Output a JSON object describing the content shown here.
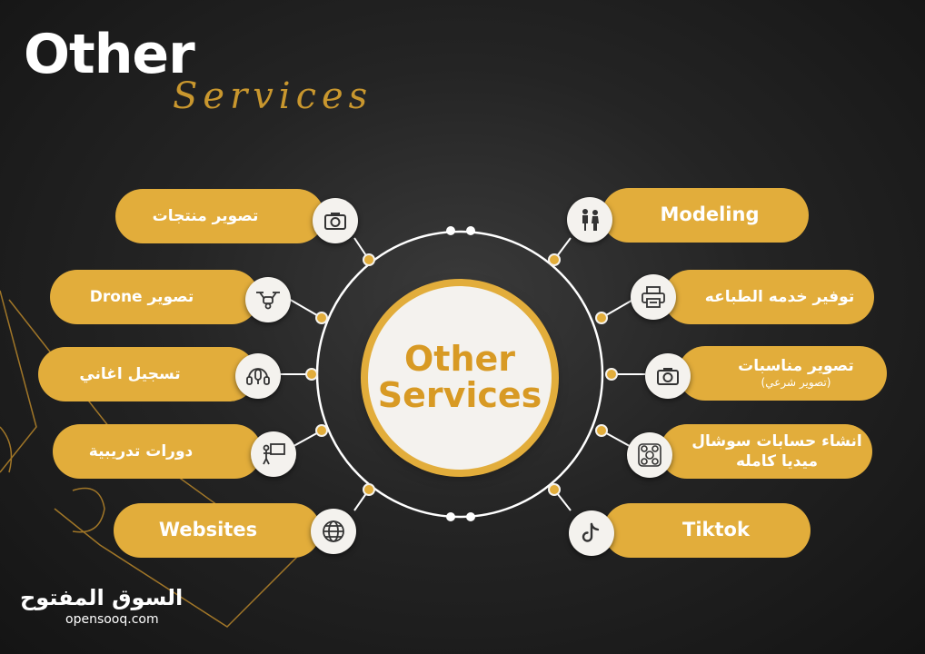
{
  "title": "Other",
  "title_script": "Services",
  "center": {
    "line1": "Other",
    "line2": "Services"
  },
  "left_items": [
    {
      "label": "تصوير منتجات",
      "icon": "camera-icon"
    },
    {
      "label": "تصوير Drone",
      "icon": "drone-icon"
    },
    {
      "label": "تسجيل اغاني",
      "icon": "microphone-icon"
    },
    {
      "label": "دورات تدريبية",
      "icon": "presentation-icon"
    },
    {
      "label": "Websites",
      "icon": "globe-icon"
    }
  ],
  "right_items": [
    {
      "label": "Modeling",
      "sub": "",
      "icon": "models-icon"
    },
    {
      "label": "توفير خدمه الطباعه",
      "sub": "",
      "icon": "printer-icon"
    },
    {
      "label": "تصوير مناسبات",
      "sub": "(تصوير شرعي)",
      "icon": "camera-icon"
    },
    {
      "label": "انشاء حسابات سوشال",
      "sub": "ميديا كامله",
      "icon": "social-media-icon"
    },
    {
      "label": "Tiktok",
      "sub": "",
      "icon": "tiktok-icon"
    }
  ],
  "logo": {
    "arabic": "السوق المفتوح",
    "latin": "opensooq.com"
  },
  "colors": {
    "gold": "#e2ad3b",
    "background": "#222222",
    "white": "#ffffff"
  }
}
